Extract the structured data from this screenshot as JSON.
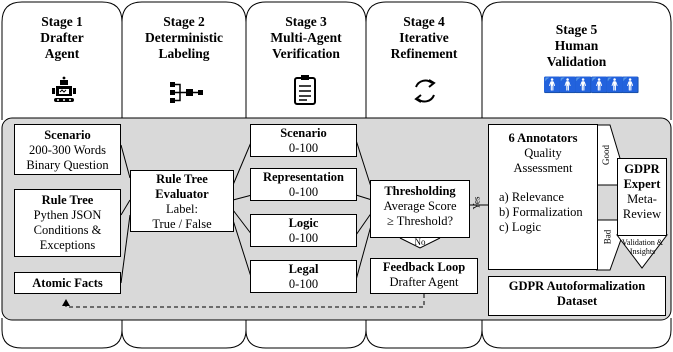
{
  "stages": [
    {
      "title": [
        "Stage 1",
        "Drafter",
        "Agent"
      ],
      "icon": "robot-icon"
    },
    {
      "title": [
        "Stage 2",
        "Deterministic",
        "Labeling"
      ],
      "icon": "tree-labeling-icon"
    },
    {
      "title": [
        "Stage 3",
        "Multi-Agent",
        "Verification"
      ],
      "icon": "clipboard-checklist-icon"
    },
    {
      "title": [
        "Stage 4",
        "Iterative",
        "Refinement"
      ],
      "icon": "refresh-cycle-icon"
    },
    {
      "title": [
        "Stage 5",
        "Human",
        "Validation"
      ],
      "icon": "people-group-icon"
    }
  ],
  "stage1": {
    "scenario": {
      "title": "Scenario",
      "lines": [
        "200-300 Words",
        "Binary Question"
      ]
    },
    "rule_tree": {
      "title": "Rule Tree",
      "lines": [
        "Pythen JSON",
        "Conditions &",
        "Exceptions"
      ]
    },
    "atomic_facts": "Atomic Facts"
  },
  "stage2": {
    "title": [
      "Rule Tree",
      "Evaluator"
    ],
    "lines": [
      "Label:",
      "True / False"
    ]
  },
  "stage3": [
    {
      "title": "Scenario",
      "score": "0-100"
    },
    {
      "title": "Representation",
      "score": "0-100"
    },
    {
      "title": "Logic",
      "score": "0-100"
    },
    {
      "title": "Legal",
      "score": "0-100"
    }
  ],
  "stage4": {
    "thresholding": {
      "title": "Thresholding",
      "lines": [
        "Average Score",
        "≥ Threshold?"
      ]
    },
    "yes": "Yes",
    "no": "No",
    "feedback": {
      "title": "Feedback Loop",
      "line": "Drafter Agent"
    }
  },
  "stage5": {
    "annotators": {
      "title": "6 Annotators",
      "lines": [
        "Quality",
        "Assessment"
      ],
      "criteria": [
        "a) Relevance",
        "b) Formalization",
        "c) Logic"
      ]
    },
    "good": "Good",
    "bad": "Bad",
    "expert": {
      "title": [
        "GDPR",
        "Expert"
      ],
      "lines": [
        "Meta-",
        "Review"
      ]
    },
    "validation_note": [
      "Validation &",
      "Insights"
    ],
    "dataset": [
      "GDPR Autoformalization",
      "Dataset"
    ]
  },
  "colors": {
    "band": "#d9d9d9",
    "line": "#000000",
    "panel": "#ffffff"
  }
}
